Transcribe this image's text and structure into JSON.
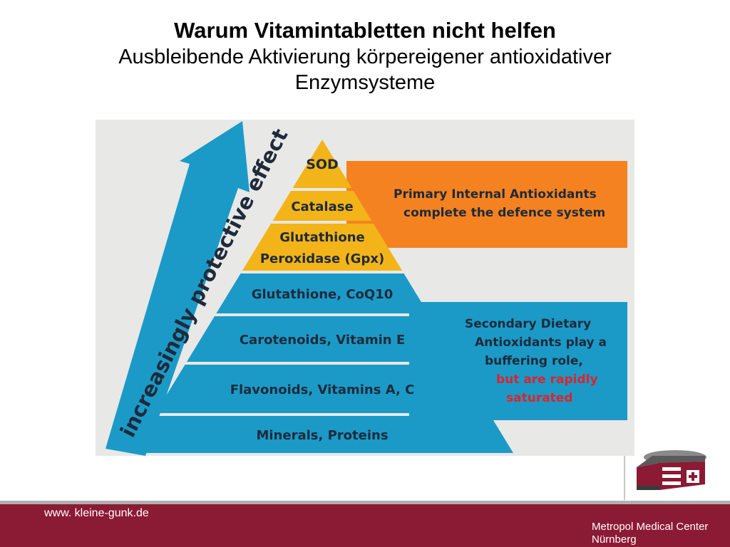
{
  "slide": {
    "title": "Warum Vitamintabletten nicht helfen",
    "subtitle_line1": "Ausbleibende Aktivierung körpereigener antioxidativer",
    "subtitle_line2": "Enzymsysteme"
  },
  "diagram": {
    "arrow_label": "increasingly protective effect",
    "pyramid_tiers": [
      {
        "lines": [
          "SOD"
        ],
        "color": "#f2b418"
      },
      {
        "lines": [
          "Catalase"
        ],
        "color": "#f2b418"
      },
      {
        "lines": [
          "Glutathione",
          "Peroxidase (Gpx)"
        ],
        "color": "#f2b418"
      },
      {
        "lines": [
          "Glutathione, CoQ10"
        ],
        "color": "#1b9ac7"
      },
      {
        "lines": [
          "Carotenoids, Vitamin E"
        ],
        "color": "#1b9ac7"
      },
      {
        "lines": [
          "Flavonoids, Vitamins A, C"
        ],
        "color": "#1b9ac7"
      },
      {
        "lines": [
          "Minerals, Proteins"
        ],
        "color": "#1b9ac7"
      }
    ],
    "primary_box": {
      "line1": "Primary Internal Antioxidants",
      "line2": "complete the defence system",
      "color": "#f58220"
    },
    "secondary_box": {
      "line1": "Secondary Dietary",
      "line2": "Antioxidants play a",
      "line3": "buffering role,",
      "line4": "but are rapidly",
      "line5": "saturated",
      "color": "#1b9ac7",
      "highlight_color": "#e0222b"
    },
    "text_color": "#1f2a3a",
    "arrow_color": "#1b9ac7"
  },
  "footer": {
    "url": "www. kleine-gunk.de",
    "org_line1": "Metropol Medical Center",
    "org_line2": "Nürnberg",
    "bar_color": "#8b1a34"
  }
}
